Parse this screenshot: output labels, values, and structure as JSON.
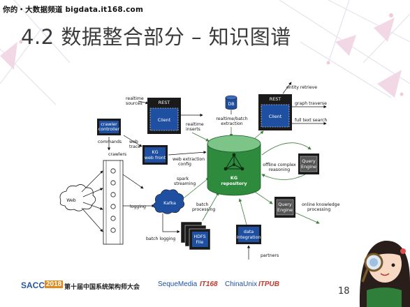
{
  "watermark": "你的・大数据频道 bigdata.it168.com",
  "slide_title": "4.2 数据整合部分 – 知识图谱",
  "page_number": "18",
  "footer": {
    "sacc": "SACC",
    "year": "2018",
    "conference": "第十届中国系统架构师大会",
    "sponsors": [
      "SequeMedia",
      "IT168",
      "ChinaUnix",
      "ITPUB"
    ]
  },
  "diagram": {
    "web": "Web",
    "crawler_controller": [
      "crawler",
      "controller"
    ],
    "commands": "commands",
    "crawlers": "crawlers",
    "kg_web_front": [
      "KG",
      "web front"
    ],
    "web_trace": [
      "web",
      "trace"
    ],
    "realtime_sources": [
      "realtime",
      "sources"
    ],
    "rest_left": "REST",
    "client_left": "Client",
    "realtime_inserts": [
      "realtime",
      "inserts"
    ],
    "db": "DB",
    "realtime_batch_extraction": [
      "realtime/batch",
      "extraction"
    ],
    "rest_right": "REST",
    "client_right": "Client",
    "entity_retrieve": "entity retrieve",
    "graph_traverse": "graph traverse",
    "full_text_search": "full text search",
    "web_extraction_config": [
      "web extraction",
      "config"
    ],
    "spark_streaming": [
      "spark",
      "streaming"
    ],
    "kafka": "Kafka",
    "logging": "logging",
    "batch_logging": "batch logging",
    "kg_repository": [
      "KG",
      "repository"
    ],
    "offline_complex_reasoning": [
      "offline complex",
      "reasoning"
    ],
    "query_engine_top": [
      "Query",
      "Engine"
    ],
    "query_engine_bottom": [
      "Query",
      "Engine"
    ],
    "online_knowledge_processing": [
      "online knowledge",
      "processing"
    ],
    "batch_processing": [
      "batch",
      "processing"
    ],
    "hdfs_file": [
      "HDFS",
      "File"
    ],
    "data_integration": [
      "data",
      "integration"
    ],
    "partners": "partners"
  },
  "colors": {
    "accent_green": "#4a8a4a",
    "blue_box": "#1f4fa0",
    "dark_box": "#1a1a1a",
    "title_gray": "#3a3a3a"
  }
}
